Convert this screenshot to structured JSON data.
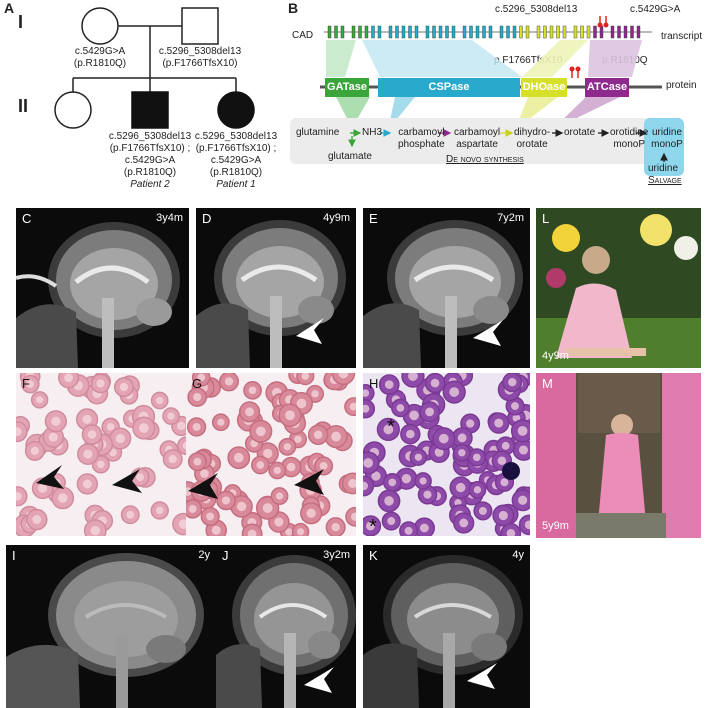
{
  "panelA": {
    "label": "A",
    "gen1": "I",
    "gen2": "II",
    "mother": {
      "line1": "c.5429G>A",
      "line2": "(p.R1810Q)"
    },
    "father": {
      "line1": "c.5296_5308del13",
      "line2": "(p.F1766TfsX10)"
    },
    "patient2": {
      "lines": [
        "c.5296_5308del13",
        "(p.F1766TfsX10) ;",
        "c.5429G>A",
        "(p.R1810Q)"
      ],
      "name": "Patient 2"
    },
    "patient1": {
      "lines": [
        "c.5296_5308del13",
        "(p.F1766TfsX10) ;",
        "c.5429G>A",
        "(p.R1810Q)"
      ],
      "name": "Patient 1"
    }
  },
  "panelB": {
    "label": "B",
    "gene": "CAD",
    "transcript": "transcript",
    "protein": "protein",
    "mut_top1": "c.5296_5308del13",
    "mut_top2": "c.5429G>A",
    "mut_prot1": "p.F1766TfsX10",
    "mut_prot2": "p.R1810Q",
    "domains": [
      "GATase",
      "CSPase",
      "DHOase",
      "ATCase"
    ],
    "domain_colors": [
      "#3aa53a",
      "#29a9cc",
      "#d6e02a",
      "#8e2a8e"
    ],
    "path": {
      "glutamine": "glutamine",
      "glutamate": "glutamate",
      "nh3": "NH3",
      "carb_p1": "carbamoyl",
      "carb_p2": "phosphate",
      "carb_a1": "carbamoyl",
      "carb_a2": "aspartate",
      "dhoro1": "dihydro-",
      "dhoro2": "orotate",
      "orotate": "orotate",
      "orot1": "orotidine",
      "orot2": "monoP",
      "ump1": "uridine",
      "ump2": "monoP",
      "uridine": "uridine",
      "denovo": "De novo synthesis",
      "salvage": "Salvage"
    }
  },
  "panels": {
    "C": {
      "label": "C",
      "age": "3y4m"
    },
    "D": {
      "label": "D",
      "age": "4y9m"
    },
    "E": {
      "label": "E",
      "age": "7y2m"
    },
    "F": {
      "label": "F"
    },
    "G": {
      "label": "G"
    },
    "H": {
      "label": "H"
    },
    "I": {
      "label": "I",
      "age": "2y"
    },
    "J": {
      "label": "J",
      "age": "3y2m"
    },
    "K": {
      "label": "K",
      "age": "4y"
    },
    "L": {
      "label": "L",
      "age": "4y9m"
    },
    "M": {
      "label": "M",
      "age": "5y9m"
    }
  }
}
